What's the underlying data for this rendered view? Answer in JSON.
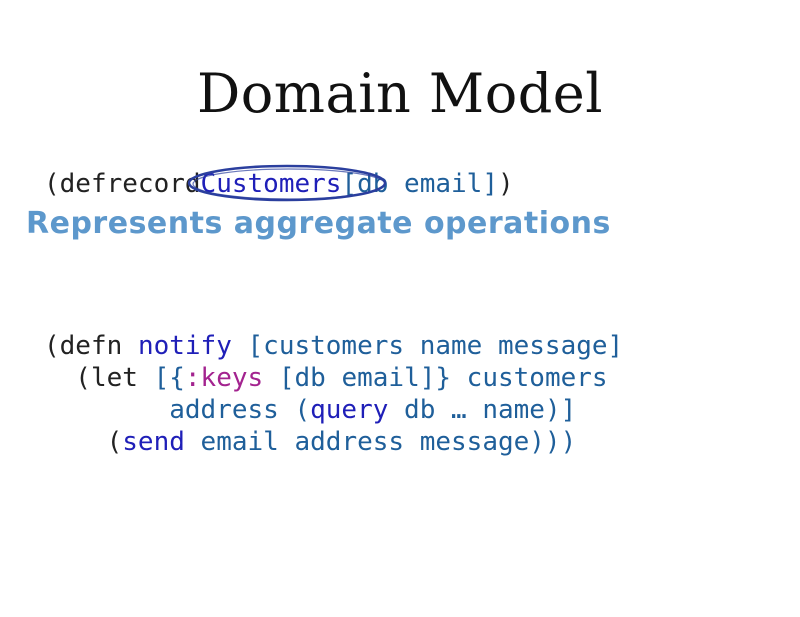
{
  "slide": {
    "title": "Domain Model",
    "annotation": "Represents aggregate operations"
  },
  "code_block_1": {
    "open": "(",
    "defrecord": "defrecord",
    "record_name": "Customers",
    "fields": "[db email]",
    "close": ")"
  },
  "code_block_2": {
    "line1": {
      "open": "(",
      "defn": "defn",
      "fn_name": "notify",
      "params": "[customers name message]"
    },
    "line2": {
      "indent": "  (",
      "let": "let",
      "open_vec": " [{",
      "keys": ":keys",
      "destructure": " [db email]} customers"
    },
    "line3": {
      "indent": "        ",
      "binding": "address (",
      "query": "query",
      "args": " db … name)]"
    },
    "line4": {
      "indent": "    (",
      "send": "send",
      "args": " email address message)))"
    }
  },
  "colors": {
    "keyword": "#1f1fb8",
    "symbol": "#1f5f9a",
    "keyword_literal": "#a3238f",
    "annotation": "#5d98cc",
    "circle": "#2b3f9e"
  }
}
